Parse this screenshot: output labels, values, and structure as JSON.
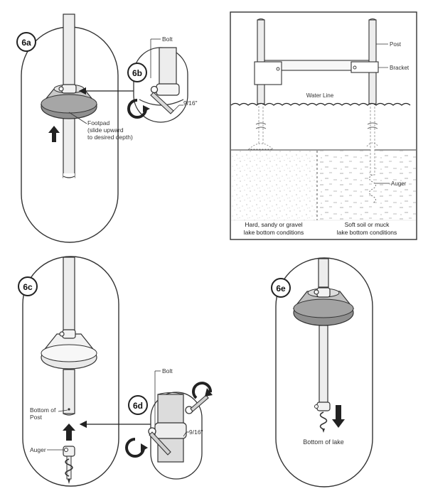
{
  "steps": {
    "s6a": "6a",
    "s6b": "6b",
    "s6c": "6c",
    "s6d": "6d",
    "s6e": "6e"
  },
  "labels": {
    "bolt_top": "Bolt",
    "wrench_top": "9/16\"",
    "footpad_1": "Footpad",
    "footpad_2": "(slide upward",
    "footpad_3": "to desired depth)",
    "post": "Post",
    "bracket": "Bracket",
    "water_line": "Water Line",
    "auger_right": "Auger",
    "hard_1": "Hard, sandy or gravel",
    "hard_2": "lake bottom conditions",
    "soft_1": "Soft soil or muck",
    "soft_2": "lake bottom conditions",
    "bottom_post_1": "Bottom of",
    "bottom_post_2": "Post",
    "auger_left": "Auger",
    "bolt_bottom": "Bolt",
    "wrench_bottom": "9/16\"",
    "bottom_lake": "Bottom of lake"
  },
  "colors": {
    "ink": "#222222",
    "pad_fill": "#8f8f8f",
    "post_fill": "#ededed",
    "panel_stroke": "#333333"
  }
}
